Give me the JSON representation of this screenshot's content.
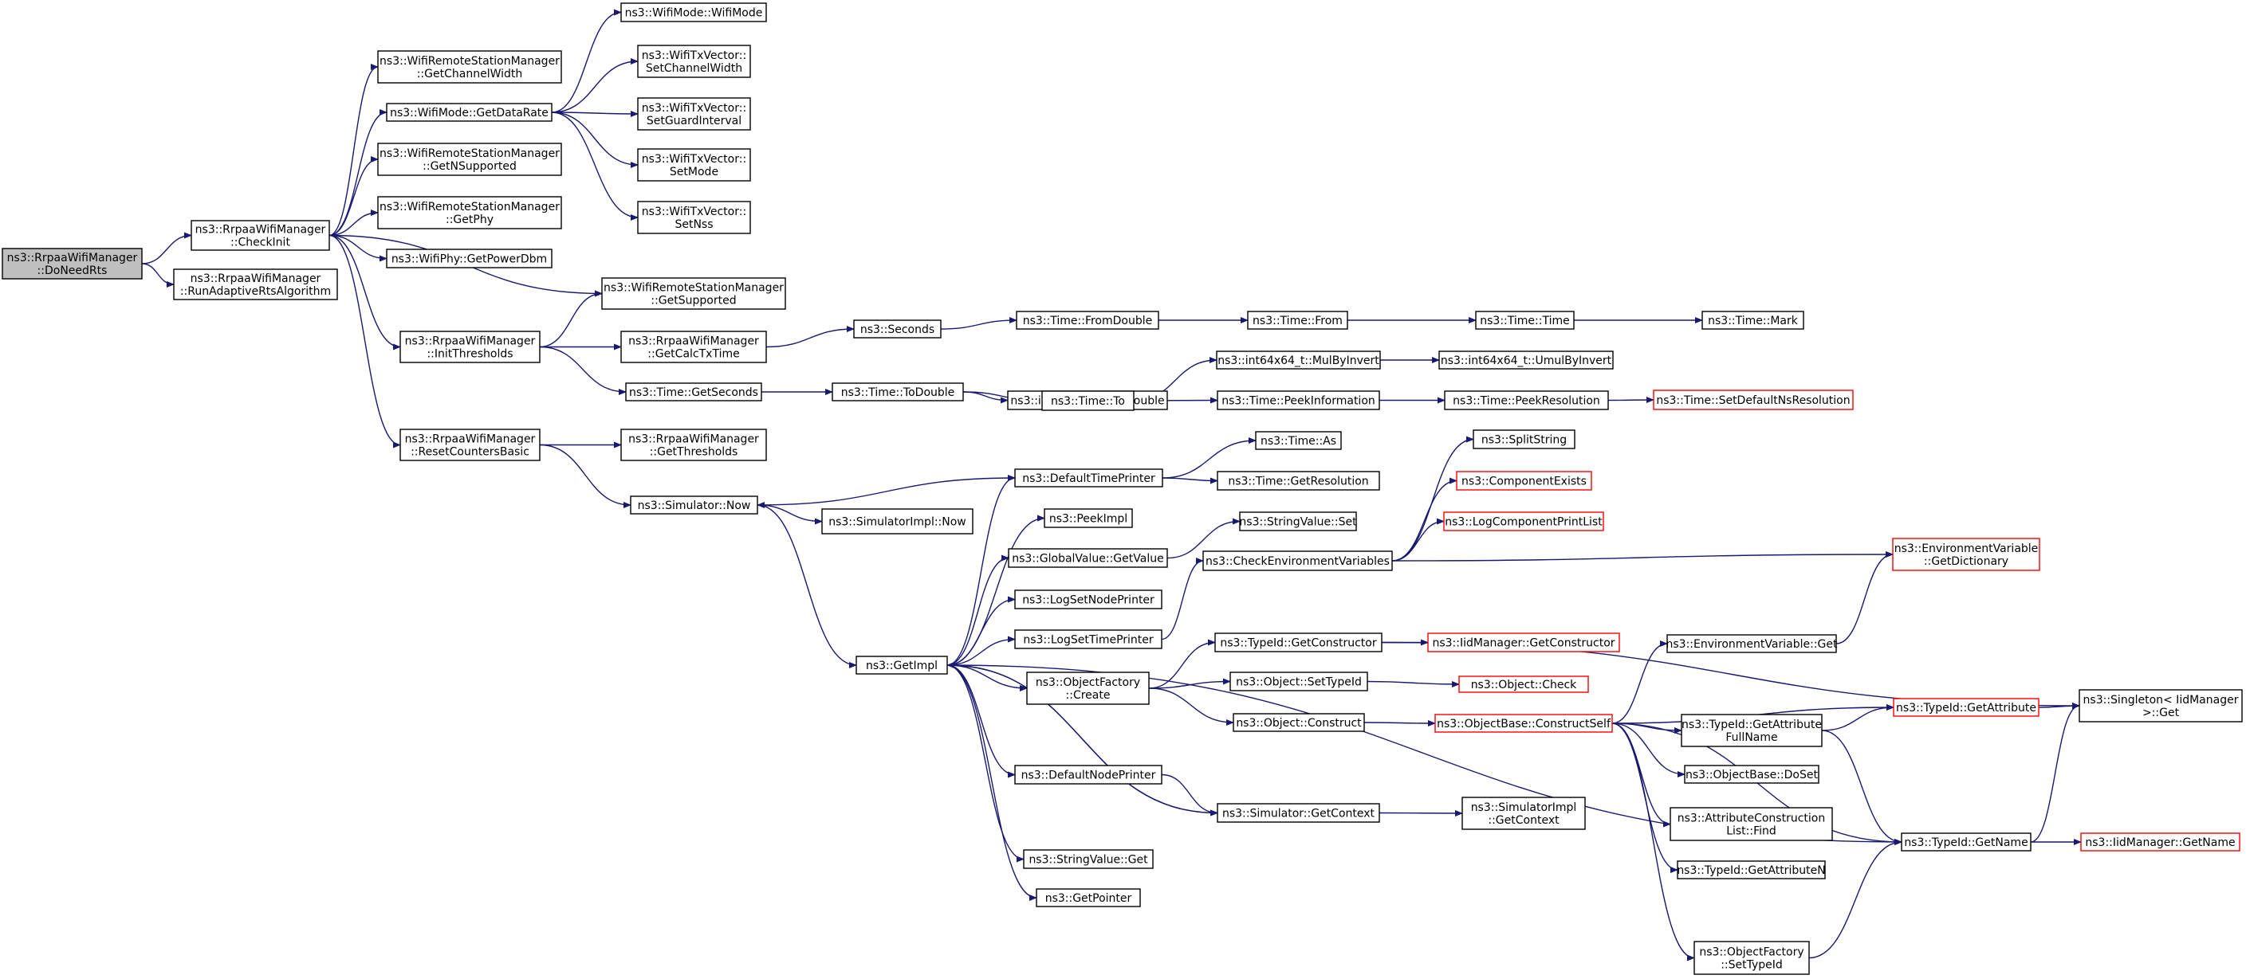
{
  "colors": {
    "edge": "#191970",
    "box_border": "#000000",
    "box_border_incomplete": "#ff0000",
    "root_fill": "#bfbfbf",
    "box_fill": "#ffffff"
  },
  "nodes": [
    {
      "id": "n0",
      "lines": [
        "ns3::RrpaaWifiManager",
        "::DoNeedRts"
      ],
      "root": true
    },
    {
      "id": "n1",
      "lines": [
        "ns3::RrpaaWifiManager",
        "::CheckInit"
      ]
    },
    {
      "id": "n2",
      "lines": [
        "ns3::RrpaaWifiManager",
        "::RunAdaptiveRtsAlgorithm"
      ]
    },
    {
      "id": "n3",
      "lines": [
        "ns3::WifiRemoteStationManager",
        "::GetChannelWidth"
      ]
    },
    {
      "id": "n4",
      "lines": [
        "ns3::WifiMode::GetDataRate"
      ]
    },
    {
      "id": "n5",
      "lines": [
        "ns3::WifiRemoteStationManager",
        "::GetNSupported"
      ]
    },
    {
      "id": "n6",
      "lines": [
        "ns3::WifiRemoteStationManager",
        "::GetPhy"
      ]
    },
    {
      "id": "n7",
      "lines": [
        "ns3::WifiPhy::GetPowerDbm"
      ]
    },
    {
      "id": "n8",
      "lines": [
        "ns3::WifiRemoteStationManager",
        "::GetSupported"
      ]
    },
    {
      "id": "n9",
      "lines": [
        "ns3::RrpaaWifiManager",
        "::InitThresholds"
      ]
    },
    {
      "id": "n10",
      "lines": [
        "ns3::RrpaaWifiManager",
        "::ResetCountersBasic"
      ]
    },
    {
      "id": "n11",
      "lines": [
        "ns3::WifiMode::WifiMode"
      ]
    },
    {
      "id": "n12",
      "lines": [
        "ns3::WifiTxVector::",
        "SetChannelWidth"
      ]
    },
    {
      "id": "n13",
      "lines": [
        "ns3::WifiTxVector::",
        "SetGuardInterval"
      ]
    },
    {
      "id": "n14",
      "lines": [
        "ns3::WifiTxVector::",
        "SetMode"
      ]
    },
    {
      "id": "n15",
      "lines": [
        "ns3::WifiTxVector::",
        "SetNss"
      ]
    },
    {
      "id": "n16",
      "lines": [
        "ns3::RrpaaWifiManager",
        "::GetCalcTxTime"
      ]
    },
    {
      "id": "n17",
      "lines": [
        "ns3::Time::GetSeconds"
      ]
    },
    {
      "id": "n18",
      "lines": [
        "ns3::RrpaaWifiManager",
        "::GetThresholds"
      ]
    },
    {
      "id": "n19",
      "lines": [
        "ns3::Simulator::Now"
      ]
    },
    {
      "id": "n20",
      "lines": [
        "ns3::Seconds"
      ]
    },
    {
      "id": "n21",
      "lines": [
        "ns3::Time::FromDouble"
      ]
    },
    {
      "id": "n22",
      "lines": [
        "ns3::Time::From"
      ]
    },
    {
      "id": "n23",
      "lines": [
        "ns3::Time::Time"
      ]
    },
    {
      "id": "n24",
      "lines": [
        "ns3::Time::Mark"
      ]
    },
    {
      "id": "n25",
      "lines": [
        "ns3::Time::ToDouble"
      ]
    },
    {
      "id": "n26",
      "lines": [
        "ns3::int64x64_t::GetDouble"
      ]
    },
    {
      "id": "n27",
      "lines": [
        "ns3::Time::To"
      ]
    },
    {
      "id": "n28",
      "lines": [
        "ns3::int64x64_t::MulByInvert"
      ]
    },
    {
      "id": "n29",
      "lines": [
        "ns3::int64x64_t::UmulByInvert"
      ]
    },
    {
      "id": "n30",
      "lines": [
        "ns3::Time::PeekInformation"
      ]
    },
    {
      "id": "n31",
      "lines": [
        "ns3::Time::PeekResolution"
      ]
    },
    {
      "id": "n32",
      "lines": [
        "ns3::Time::SetDefaultNsResolution"
      ],
      "incomplete": true
    },
    {
      "id": "n33",
      "lines": [
        "ns3::SimulatorImpl::Now"
      ]
    },
    {
      "id": "n34",
      "lines": [
        "ns3::GetImpl"
      ]
    },
    {
      "id": "n35",
      "lines": [
        "ns3::DefaultTimePrinter"
      ]
    },
    {
      "id": "n36",
      "lines": [
        "ns3::Time::As"
      ]
    },
    {
      "id": "n37",
      "lines": [
        "ns3::Time::GetResolution"
      ]
    },
    {
      "id": "n38",
      "lines": [
        "ns3::PeekImpl"
      ]
    },
    {
      "id": "n39",
      "lines": [
        "ns3::GlobalValue::GetValue"
      ]
    },
    {
      "id": "n40",
      "lines": [
        "ns3::StringValue::Set"
      ]
    },
    {
      "id": "n41",
      "lines": [
        "ns3::CheckEnvironmentVariables"
      ]
    },
    {
      "id": "n42",
      "lines": [
        "ns3::SplitString"
      ]
    },
    {
      "id": "n43",
      "lines": [
        "ns3::ComponentExists"
      ],
      "incomplete": true
    },
    {
      "id": "n44",
      "lines": [
        "ns3::LogComponentPrintList"
      ],
      "incomplete": true
    },
    {
      "id": "n45",
      "lines": [
        "ns3::EnvironmentVariable",
        "::GetDictionary"
      ],
      "incomplete": true
    },
    {
      "id": "n46",
      "lines": [
        "ns3::LogSetNodePrinter"
      ]
    },
    {
      "id": "n47",
      "lines": [
        "ns3::LogSetTimePrinter"
      ]
    },
    {
      "id": "n48",
      "lines": [
        "ns3::TypeId::GetConstructor"
      ]
    },
    {
      "id": "n49",
      "lines": [
        "ns3::IidManager::GetConstructor"
      ],
      "incomplete": true
    },
    {
      "id": "n50",
      "lines": [
        "ns3::Singleton< IidManager",
        ">::Get"
      ]
    },
    {
      "id": "n51",
      "lines": [
        "ns3::ObjectFactory",
        "::Create"
      ]
    },
    {
      "id": "n52",
      "lines": [
        "ns3::Object::SetTypeId"
      ]
    },
    {
      "id": "n53",
      "lines": [
        "ns3::Object::Check"
      ],
      "incomplete": true
    },
    {
      "id": "n54",
      "lines": [
        "ns3::Object::Construct"
      ]
    },
    {
      "id": "n55",
      "lines": [
        "ns3::ObjectBase::ConstructSelf"
      ],
      "incomplete": true
    },
    {
      "id": "n56",
      "lines": [
        "ns3::EnvironmentVariable::Get"
      ]
    },
    {
      "id": "n57",
      "lines": [
        "ns3::TypeId::GetAttribute"
      ],
      "incomplete": true
    },
    {
      "id": "n58",
      "lines": [
        "ns3::TypeId::GetAttribute",
        "FullName"
      ]
    },
    {
      "id": "n59",
      "lines": [
        "ns3::ObjectBase::DoSet"
      ]
    },
    {
      "id": "n60",
      "lines": [
        "ns3::AttributeConstruction",
        "List::Find"
      ]
    },
    {
      "id": "n61",
      "lines": [
        "ns3::TypeId::GetAttributeN"
      ]
    },
    {
      "id": "n62",
      "lines": [
        "ns3::TypeId::GetName"
      ]
    },
    {
      "id": "n63",
      "lines": [
        "ns3::IidManager::GetName"
      ],
      "incomplete": true
    },
    {
      "id": "n64",
      "lines": [
        "ns3::ObjectFactory",
        "::SetTypeId"
      ]
    },
    {
      "id": "n65",
      "lines": [
        "ns3::DefaultNodePrinter"
      ]
    },
    {
      "id": "n66",
      "lines": [
        "ns3::Simulator::GetContext"
      ]
    },
    {
      "id": "n67",
      "lines": [
        "ns3::SimulatorImpl",
        "::GetContext"
      ]
    },
    {
      "id": "n68",
      "lines": [
        "ns3::StringValue::Get"
      ]
    },
    {
      "id": "n69",
      "lines": [
        "ns3::GetPointer"
      ]
    }
  ]
}
